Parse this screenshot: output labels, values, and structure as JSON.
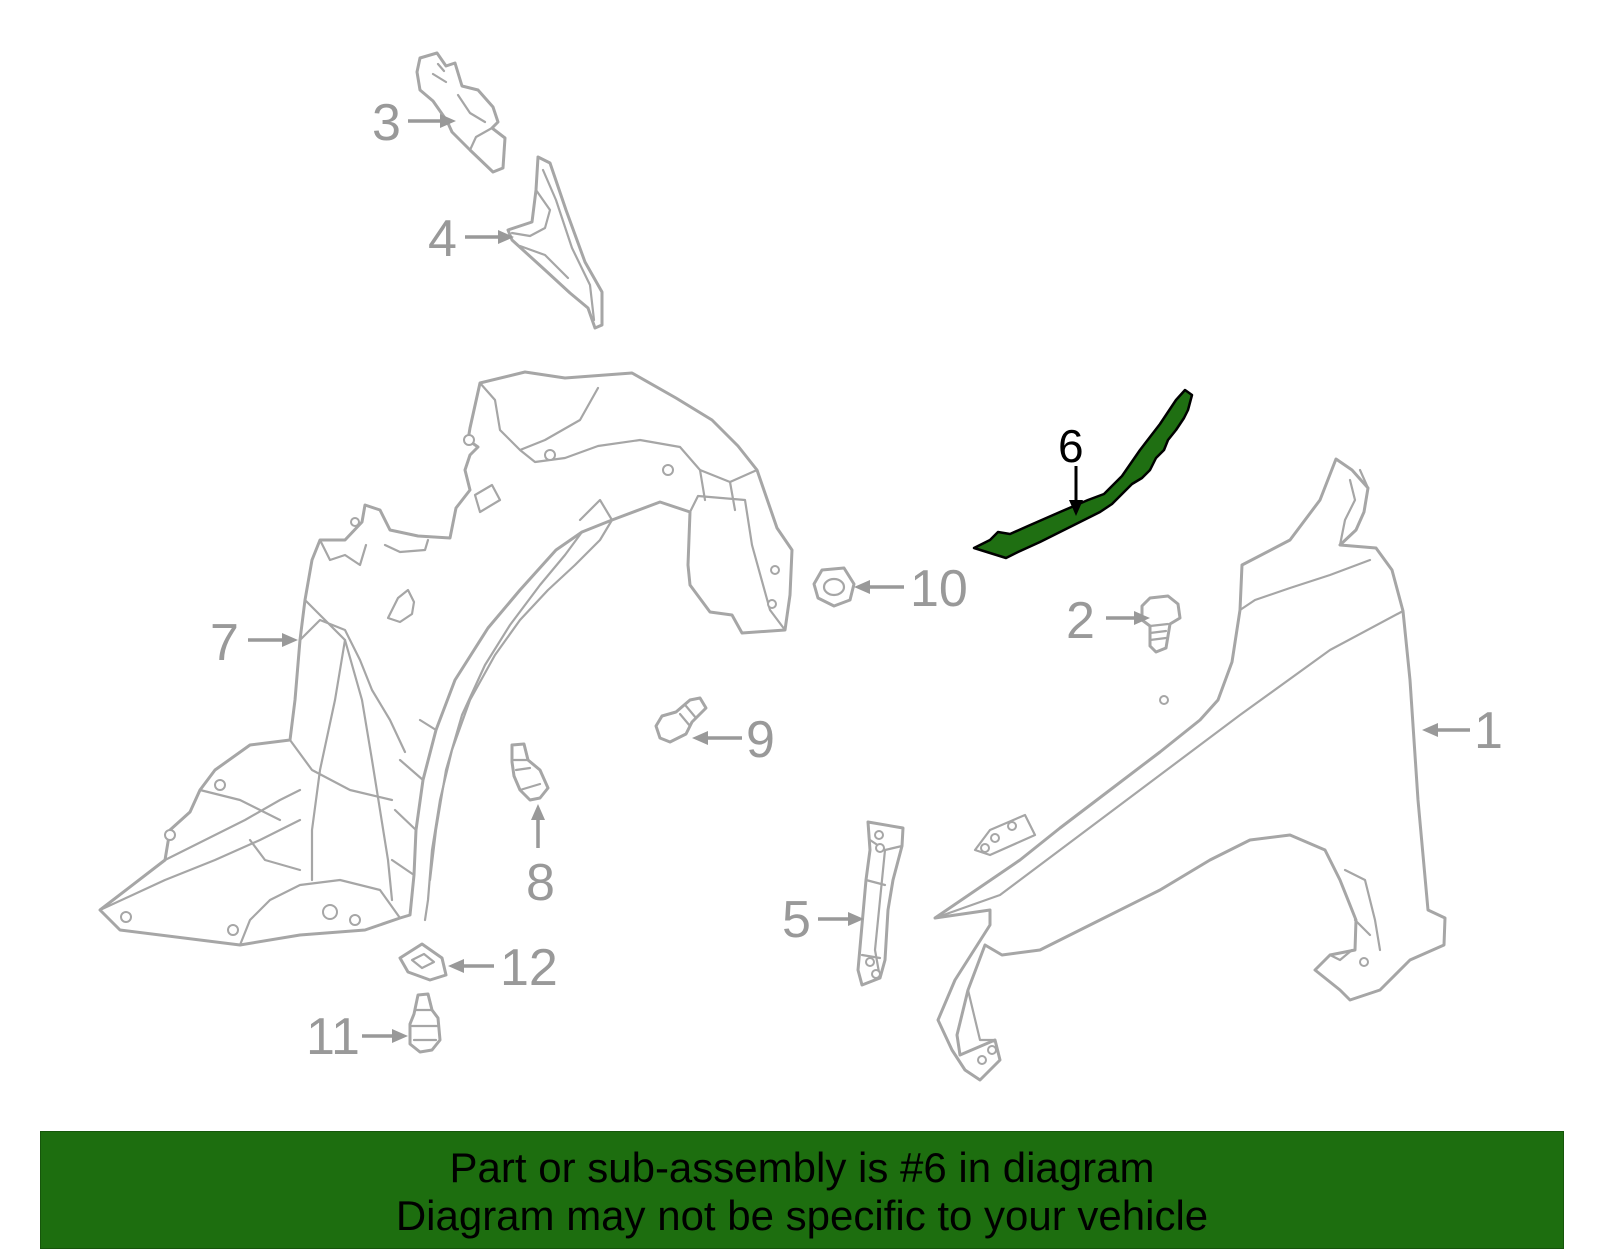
{
  "diagram": {
    "highlighted_part": "6",
    "highlight_color": "#1f6f12",
    "part_line_color": "#a6a6a6",
    "callouts": {
      "c1": "1",
      "c2": "2",
      "c3": "3",
      "c4": "4",
      "c5": "5",
      "c6": "6",
      "c7": "7",
      "c8": "8",
      "c9": "9",
      "c10": "10",
      "c11": "11",
      "c12": "12"
    }
  },
  "banner": {
    "line1": "Part or sub-assembly is #6 in diagram",
    "line2": "Diagram may not be specific to your vehicle",
    "background": "#1d6e0f"
  }
}
